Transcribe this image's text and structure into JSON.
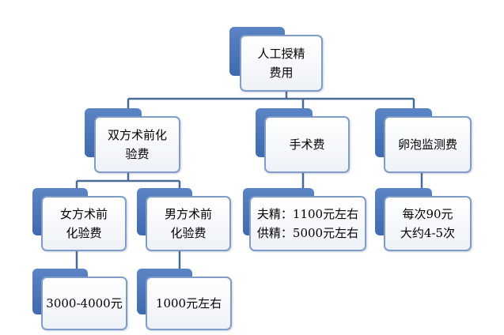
{
  "colors": {
    "connector": "#4a6a96",
    "tab": "#4a74b8",
    "card_border": "#7f9dc8"
  },
  "nodes": {
    "root": {
      "lines": [
        "人工授精",
        "费用"
      ]
    },
    "pre": {
      "lines": [
        "双方术前化",
        "验费"
      ]
    },
    "surgery": {
      "lines": [
        "手术费"
      ]
    },
    "ovulation": {
      "lines": [
        "卵泡监测费"
      ]
    },
    "female": {
      "lines": [
        "女方术前",
        "化验费"
      ]
    },
    "male": {
      "lines": [
        "男方术前",
        "化验费"
      ]
    },
    "surgery_detail": {
      "lines": [
        "夫精：1100元左右",
        "供精：5000元左右"
      ]
    },
    "ovulation_detail": {
      "lines": [
        "每次90元",
        "大约4-5次"
      ]
    },
    "female_cost": {
      "lines": [
        "3000-4000元"
      ]
    },
    "male_cost": {
      "lines": [
        "1000元左右"
      ]
    }
  }
}
